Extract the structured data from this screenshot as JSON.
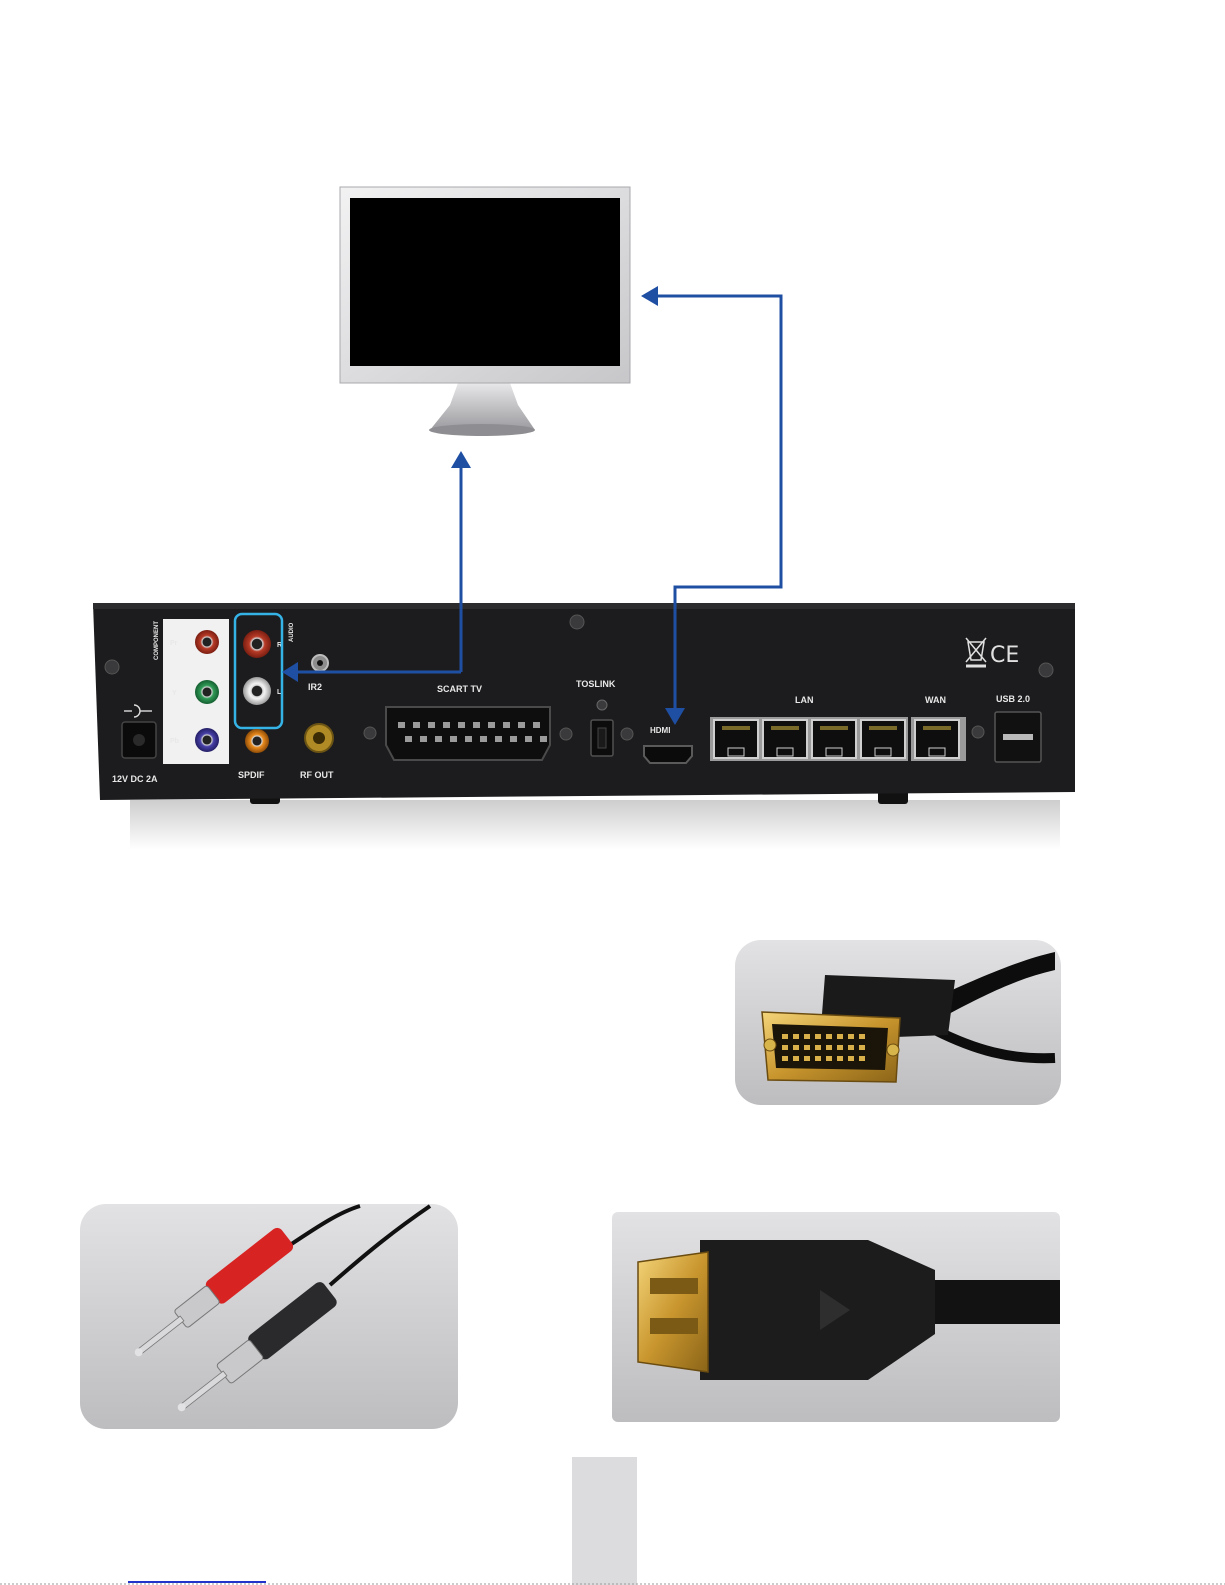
{
  "colors": {
    "arrow": "#1f4fa3",
    "highlight": "#35b3e6",
    "device_body": "#1c1c1e",
    "device_panel": "#f1f1f1",
    "monitor_frame": "#d9d9db",
    "monitor_screen": "#000000",
    "cable_card_bg": "#cdcdcf",
    "page_tab": "#dcdcde",
    "footer_link": "#2233cc"
  },
  "device": {
    "panel_text_1": "COMPONENT",
    "label_pr": "Pr",
    "label_y": "Y",
    "label_pb": "Pb",
    "audio_vertical": "AUDIO",
    "label_r": "R",
    "label_l": "L",
    "label_power": "12V DC 2A",
    "label_spdif": "SPDIF",
    "label_rf_out": "RF OUT",
    "label_ir2": "IR2",
    "label_scart": "SCART TV",
    "label_toslink": "TOSLINK",
    "label_hdmi": "HDMI",
    "label_lan": "LAN",
    "label_wan": "WAN",
    "label_usb": "USB 2.0"
  },
  "icons": {
    "monitor": "monitor-icon",
    "weee": "weee-bin-icon",
    "ce": "ce-mark-icon",
    "dvi_plug": "dvi-plug-icon",
    "rca_plugs": "rca-plugs-icon",
    "hdmi_plug": "hdmi-plug-icon"
  },
  "ce_text": "CE"
}
